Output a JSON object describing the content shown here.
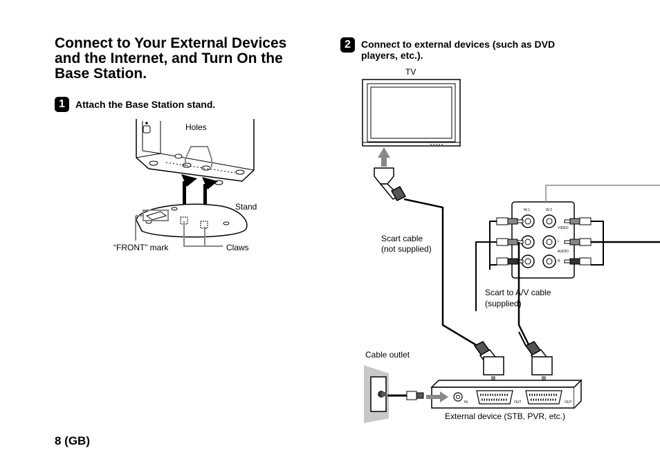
{
  "header": {
    "title": "Connect to Your External Devices and the Internet, and Turn On the Base Station."
  },
  "steps": [
    {
      "number": "1",
      "text": "Attach the Base Station stand."
    },
    {
      "number": "2",
      "text": "Connect to external devices (such as DVD players, etc.)."
    }
  ],
  "figure1": {
    "labels": {
      "holes": "Holes",
      "stand": "Stand",
      "front_mark": "“FRONT” mark",
      "claws": "Claws"
    }
  },
  "figure2": {
    "labels": {
      "tv": "TV",
      "scart_cable_line1": "Scart cable",
      "scart_cable_line2": "(not supplied)",
      "scart_av_line1": "Scart to A/V cable",
      "scart_av_line2": "(supplied)",
      "cable_outlet": "Cable outlet",
      "external_device": "External device (STB, PVR, etc.)"
    },
    "panel_labels": {
      "in1": "IN 1",
      "in2": "IN 2",
      "video": "VIDEO",
      "audio": "AUDIO",
      "l": "L",
      "r": "R",
      "out": "OUT",
      "in": "IN"
    }
  },
  "footer": {
    "page": "8 (GB)"
  }
}
